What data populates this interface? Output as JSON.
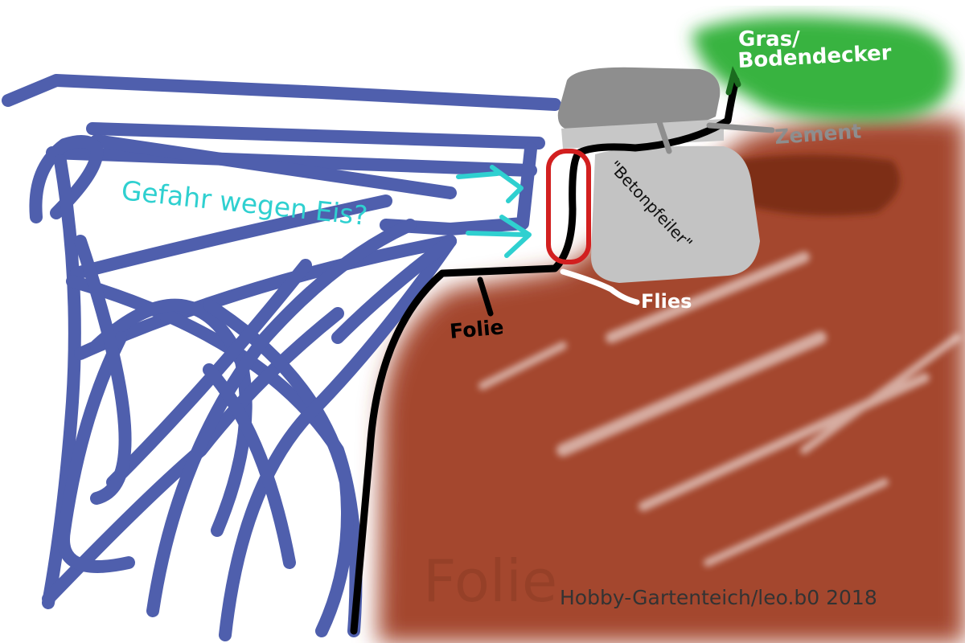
{
  "labels": {
    "gras": "Gras/",
    "bodendecker": "Bodendecker",
    "zement": "Zement",
    "betonpfeiler": "\"Betonpfeiler\"",
    "flies": "Flies",
    "folie": "Folie",
    "folie_ghost": "Folie",
    "gefahr": "Gefahr wegen Eis?",
    "watermark": "Hobby-Gartenteich/leo.b0 2018"
  },
  "colors": {
    "water": "#4f5fad",
    "soil": "#a4462f",
    "soil_dark": "#7d2f12",
    "grass": "#37b33f",
    "stone": "#8e8e8e",
    "concrete": "#c3c3c3",
    "liner": "#000000",
    "highlight": "#d21f1f",
    "annotation": "#2fd0d0",
    "cement_label": "#8e8e8e"
  }
}
